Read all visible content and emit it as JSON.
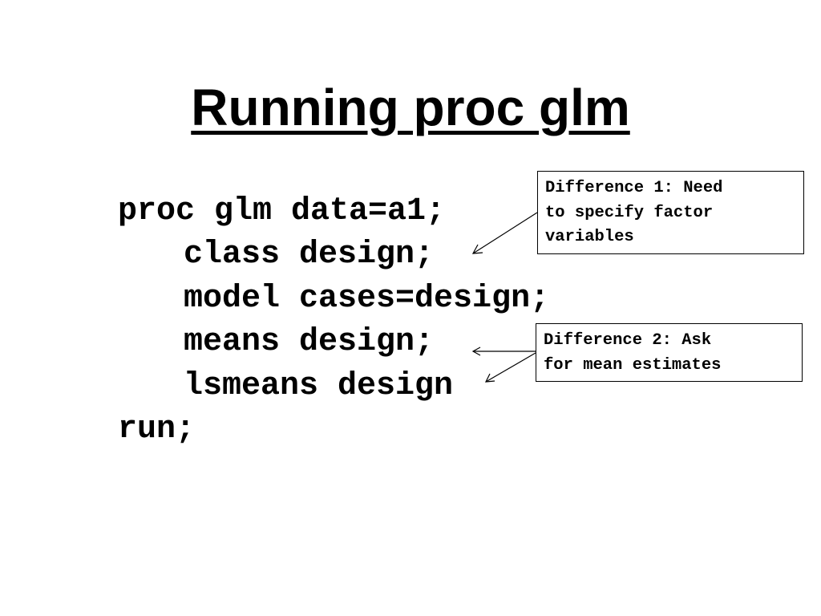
{
  "slide": {
    "title": "Running proc glm",
    "code_lines": [
      "proc glm data=a1;",
      "class design;",
      "model cases=design;",
      "means design;",
      "lsmeans design",
      "run;"
    ],
    "callout_1": {
      "lines": [
        "Difference 1: Need",
        "to specify factor",
        "variables"
      ]
    },
    "callout_2": {
      "lines": [
        "Difference 2: Ask",
        "for mean estimates"
      ]
    }
  }
}
